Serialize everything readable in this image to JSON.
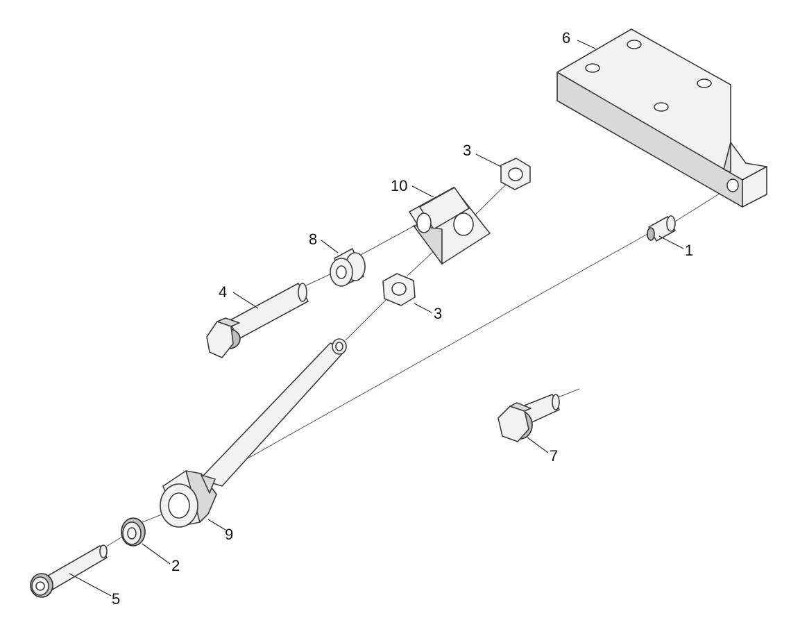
{
  "callouts": [
    {
      "id": "part-1",
      "label": "1"
    },
    {
      "id": "part-2",
      "label": "2"
    },
    {
      "id": "part-3a",
      "label": "3"
    },
    {
      "id": "part-3b",
      "label": "3"
    },
    {
      "id": "part-4",
      "label": "4"
    },
    {
      "id": "part-5",
      "label": "5"
    },
    {
      "id": "part-6",
      "label": "6"
    },
    {
      "id": "part-7",
      "label": "7"
    },
    {
      "id": "part-8",
      "label": "8"
    },
    {
      "id": "part-9",
      "label": "9"
    },
    {
      "id": "part-10",
      "label": "10"
    }
  ]
}
